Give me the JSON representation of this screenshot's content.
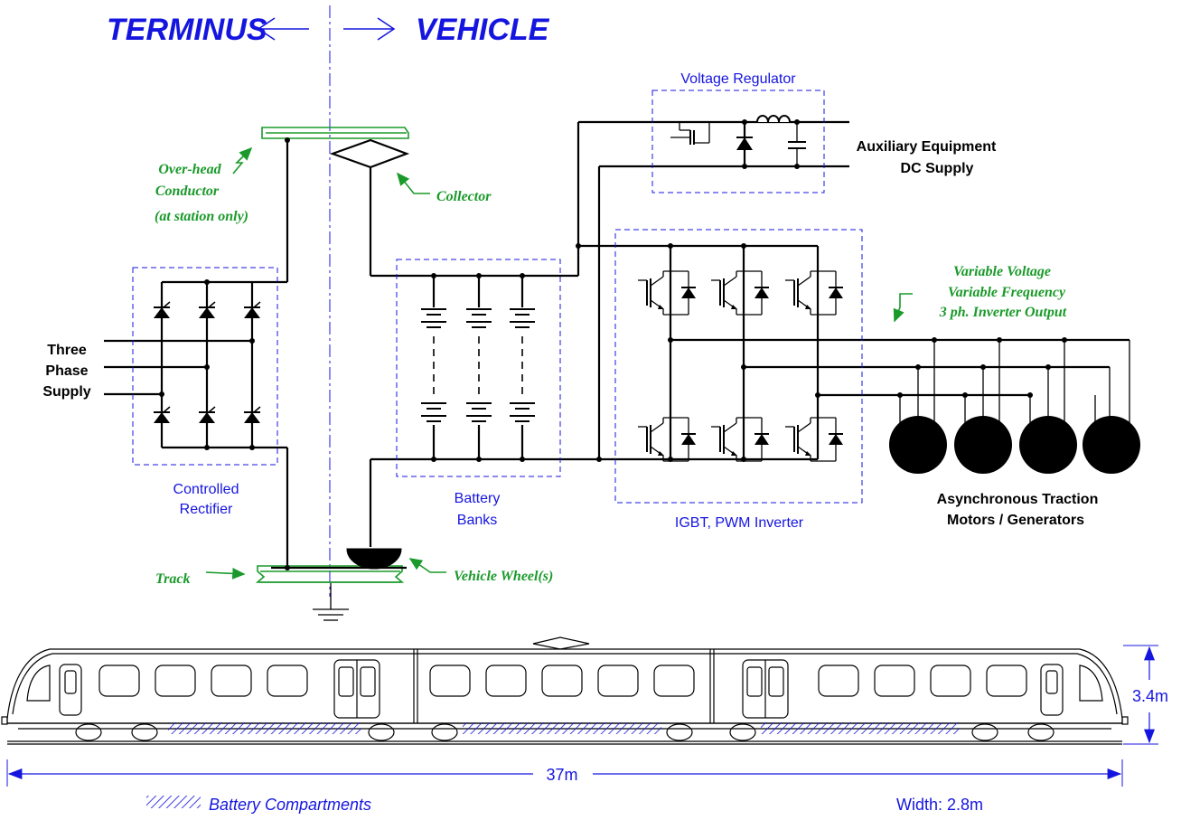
{
  "header": {
    "left": "TERMINUS",
    "right": "VEHICLE"
  },
  "boxes": {
    "voltage_regulator": "Voltage Regulator",
    "controlled_rectifier_1": "Controlled",
    "controlled_rectifier_2": "Rectifier",
    "battery_banks_1": "Battery",
    "battery_banks_2": "Banks",
    "igbt_inverter": "IGBT, PWM Inverter"
  },
  "labels": {
    "aux_1": "Auxiliary Equipment",
    "aux_2": "DC Supply",
    "three_phase_1": "Three",
    "three_phase_2": "Phase",
    "three_phase_3": "Supply",
    "motors_1": "Asynchronous Traction",
    "motors_2": "Motors / Generators"
  },
  "annotations": {
    "overhead_1": "Over-head",
    "overhead_2": "Conductor",
    "overhead_3": "(at station only)",
    "collector": "Collector",
    "track": "Track",
    "wheel": "Vehicle Wheel(s)",
    "inverter_out_1": "Variable Voltage",
    "inverter_out_2": "Variable Frequency",
    "inverter_out_3": "3 ph. Inverter Output"
  },
  "dimensions": {
    "height": "3.4m",
    "length": "37m",
    "width": "Width: 2.8m",
    "battery_legend": "Battery Compartments"
  },
  "colors": {
    "title_blue": "#1515e0",
    "annotation_green": "#1a9a2a",
    "wire_black": "#000000"
  }
}
